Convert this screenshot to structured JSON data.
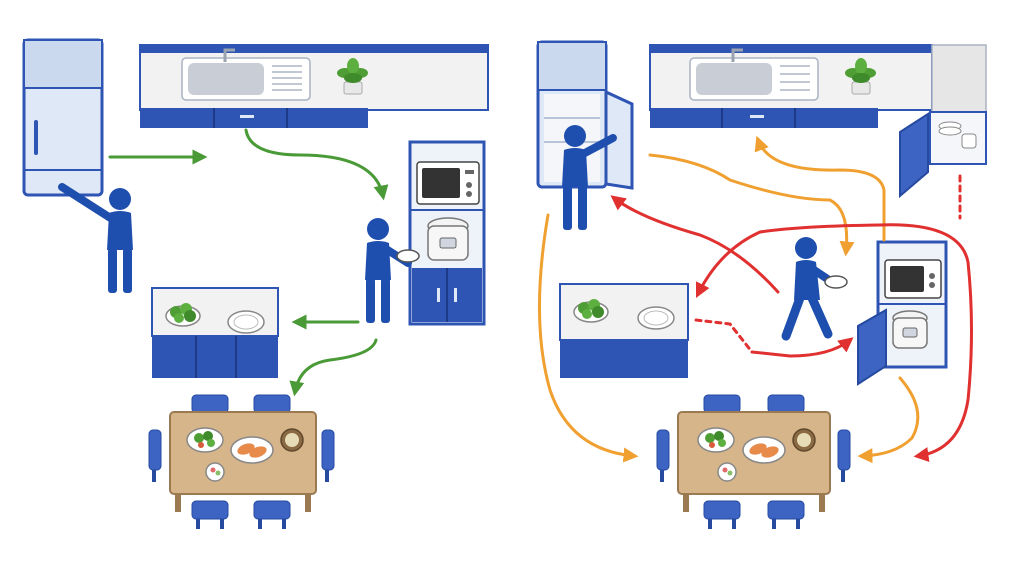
{
  "figure": {
    "panels": [
      {
        "id": "efficient-layout",
        "caption": ""
      },
      {
        "id": "inefficient-layout",
        "caption": ""
      }
    ]
  },
  "icons": {
    "person": "person-icon",
    "refrigerator": "refrigerator-icon",
    "sink": "sink-icon",
    "plant": "plant-icon",
    "microwave": "microwave-icon",
    "rice_cooker": "rice-cooker-icon",
    "plate": "plate-icon",
    "dining_table": "dining-table-icon",
    "chair": "chair-icon",
    "cabinet": "cabinet-icon"
  },
  "colors": {
    "appliance_blue": "#2f55b4",
    "appliance_light": "#dfe8f6",
    "counter_top": "#f2f2f2",
    "person": "#1f4fae",
    "table_top": "#d7b58a",
    "efficient_path": "#4a9a37",
    "orange_path": "#f0a030",
    "red_path": "#e03030",
    "plant_green": "#4f9e35"
  },
  "paths": {
    "left_panel": {
      "color": "efficient_path",
      "count": 5
    },
    "right_panel": {
      "colors": [
        "orange_path",
        "red_path"
      ],
      "count": 10
    }
  }
}
